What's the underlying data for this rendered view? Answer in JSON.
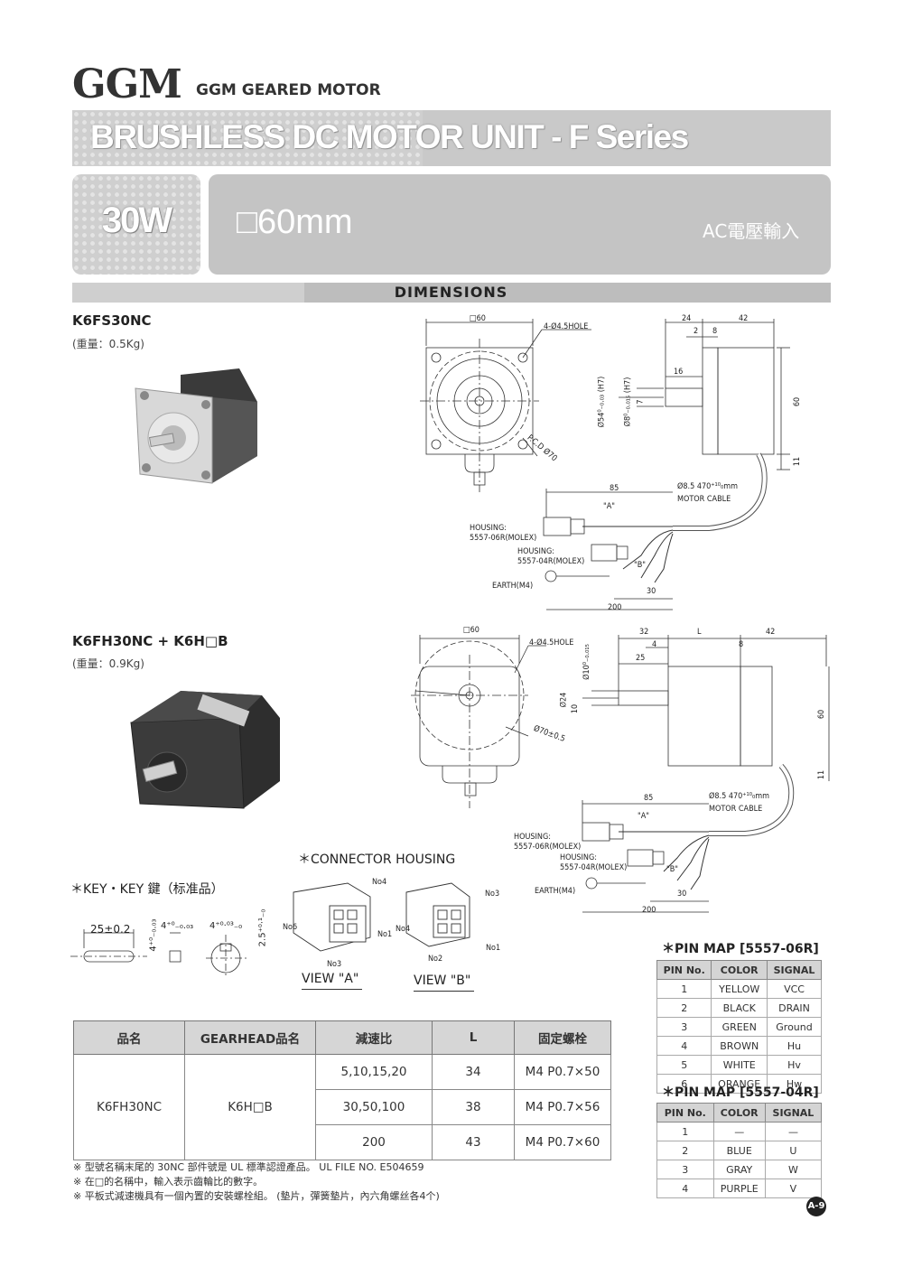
{
  "header": {
    "brand": "GGM",
    "brand_sub": "GGM GEARED MOTOR",
    "series_title": "BRUSHLESS DC MOTOR UNIT - F Series",
    "power": "30W",
    "frame_size": "□60mm",
    "input": "AC電壓輸入"
  },
  "section_title": "DIMENSIONS",
  "model1": {
    "name": "K6FS30NC",
    "weight": "(重量：0.5Kg)",
    "dims": {
      "square": "□60",
      "hole": "4-Ø4.5HOLE",
      "pcd": "P.C.D Ø70",
      "d24": "24",
      "d42": "42",
      "d2": "2",
      "d8": "8",
      "d16": "16",
      "d60": "60",
      "d11": "11",
      "shaft1": "Ø54⁰₋₀.₀₃ (H7)",
      "shaft2": "Ø8⁰₋₀.₀₁₅ (H7)",
      "d7": "7",
      "d85": "85",
      "cable": "Ø8.5 470⁺¹⁰₀mm",
      "cable_label": "MOTOR CABLE",
      "a": "\"A\"",
      "b": "\"B\"",
      "housing1": "HOUSING:",
      "housing1b": "5557-06R(MOLEX)",
      "housing2": "HOUSING:",
      "housing2b": "5557-04R(MOLEX)",
      "earth": "EARTH(M4)",
      "d30": "30",
      "d200": "200"
    }
  },
  "model2": {
    "name": "K6FH30NC + K6H□B",
    "weight": "(重量：0.9Kg)",
    "dims": {
      "square": "□60",
      "hole": "4-Ø4.5HOLE",
      "pcd": "Ø70±0.5",
      "d32": "32",
      "dL": "L",
      "d42": "42",
      "d4": "4",
      "d8": "8",
      "d25": "25",
      "shaft": "Ø10⁰₋₀.₀₁₅",
      "d24": "Ø24",
      "d10": "10",
      "d60": "60",
      "d11": "11",
      "d85": "85",
      "cable": "Ø8.5 470⁺¹⁰₀mm",
      "cable_label": "MOTOR CABLE",
      "a": "\"A\"",
      "b": "\"B\"",
      "housing1": "HOUSING:",
      "housing1b": "5557-06R(MOLEX)",
      "housing2": "HOUSING:",
      "housing2b": "5557-04R(MOLEX)",
      "earth": "EARTH(M4)",
      "d30": "30",
      "d200": "200"
    }
  },
  "key": {
    "title": "＊KEY・KEY 鍵（标准品）",
    "length": "25±0.2",
    "h1": "4⁺⁰₋₀.₀₃",
    "w1": "4⁺⁰₋₀.₀₃",
    "w2": "4⁺⁰·⁰³₋₀",
    "h2": "2.5⁺⁰·¹₋₀"
  },
  "connector": {
    "title": "＊CONNECTOR HOUSING",
    "view_a": "VIEW \"A\"",
    "view_b": "VIEW \"B\"",
    "a_no4": "No4",
    "a_no6": "No6",
    "a_no1": "No1",
    "a_no3": "No3",
    "b_no3": "No3",
    "b_no4": "No4",
    "b_no1": "No1",
    "b_no2": "No2"
  },
  "pin_map_06r": {
    "title": "＊PIN MAP [5557-06R]",
    "headers": [
      "PIN No.",
      "COLOR",
      "SIGNAL"
    ],
    "rows": [
      [
        "1",
        "YELLOW",
        "VCC"
      ],
      [
        "2",
        "BLACK",
        "DRAIN"
      ],
      [
        "3",
        "GREEN",
        "Ground"
      ],
      [
        "4",
        "BROWN",
        "Hu"
      ],
      [
        "5",
        "WHITE",
        "Hv"
      ],
      [
        "6",
        "ORANGE",
        "Hw"
      ]
    ]
  },
  "pin_map_04r": {
    "title": "＊PIN MAP [5557-04R]",
    "headers": [
      "PIN No.",
      "COLOR",
      "SIGNAL"
    ],
    "rows": [
      [
        "1",
        "—",
        "—"
      ],
      [
        "2",
        "BLUE",
        "U"
      ],
      [
        "3",
        "GRAY",
        "W"
      ],
      [
        "4",
        "PURPLE",
        "V"
      ]
    ]
  },
  "spec_table": {
    "headers": [
      "品名",
      "GEARHEAD品名",
      "減速比",
      "L",
      "固定螺栓"
    ],
    "model": "K6FH30NC",
    "gearhead": "K6H□B",
    "rows": [
      [
        "5,10,15,20",
        "34",
        "M4 P0.7×50"
      ],
      [
        "30,50,100",
        "38",
        "M4 P0.7×56"
      ],
      [
        "200",
        "43",
        "M4 P0.7×60"
      ]
    ]
  },
  "notes": [
    "※ 型號名稱末尾的 30NC 部件號是 UL 標準認證產品。 UL FILE NO. E504659",
    "※ 在□的名稱中，輸入表示齒輪比的數字。",
    "※ 平板式減速機具有一個內置的安裝螺栓組。 (墊片，彈簧墊片，內六角螺丝各4个)"
  ],
  "page": "A-9"
}
